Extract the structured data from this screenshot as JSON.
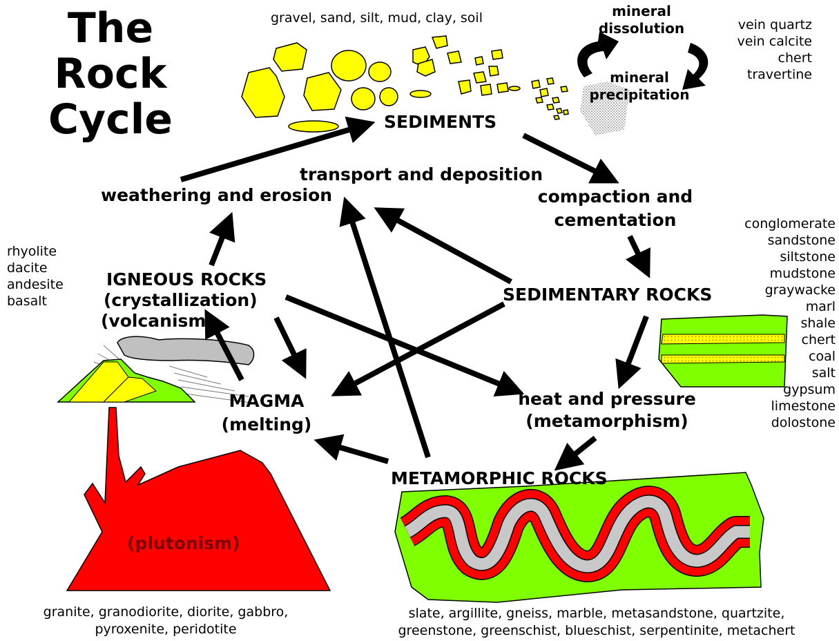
{
  "title": [
    "The",
    "Rock",
    "Cycle"
  ],
  "sediment_types": "gravel, sand, silt, mud, clay, soil",
  "mineral": {
    "dissolution": [
      "mineral",
      "dissolution"
    ],
    "precipitation": [
      "mineral",
      "precipitation"
    ]
  },
  "chemical_sediments": [
    "vein quartz",
    "vein calcite",
    "chert",
    "travertine"
  ],
  "nodes": {
    "sediments": "SEDIMENTS",
    "sedimentary_rocks": "SEDIMENTARY ROCKS",
    "igneous_rocks": [
      "IGNEOUS ROCKS",
      "(crystallization)",
      "(volcanism)"
    ],
    "magma": [
      "MAGMA",
      "(melting)"
    ],
    "heat_pressure": [
      "heat and pressure",
      "(metamorphism)"
    ],
    "metamorphic_rocks": "METAMORPHIC ROCKS",
    "plutonism": "(plutonism)"
  },
  "processes": {
    "transport": "transport and deposition",
    "weathering": "weathering and erosion",
    "compaction": [
      "compaction and",
      "cementation"
    ]
  },
  "volcanic_rocks": [
    "rhyolite",
    "dacite",
    "andesite",
    "basalt"
  ],
  "sedimentary_list": [
    "conglomerate",
    "sandstone",
    "siltstone",
    "mudstone",
    "graywacke",
    "marl",
    "shale",
    "chert",
    "coal",
    "salt",
    "gypsum",
    "limestone",
    "dolostone"
  ],
  "plutonic_rocks": [
    "granite, granodiorite, diorite, gabbro,",
    "pyroxenite, peridotite"
  ],
  "metamorphic_list": [
    "slate, argillite, gneiss, marble, metasandstone, quartzite,",
    "greenstone, greenschist, blueschist, serpentinite, metachert"
  ],
  "colors": {
    "sediment": "#ffff00",
    "green": "#80ff00",
    "red": "#ff0000",
    "gray": "#c8c8c8",
    "yellow_band": "#ffff80"
  }
}
